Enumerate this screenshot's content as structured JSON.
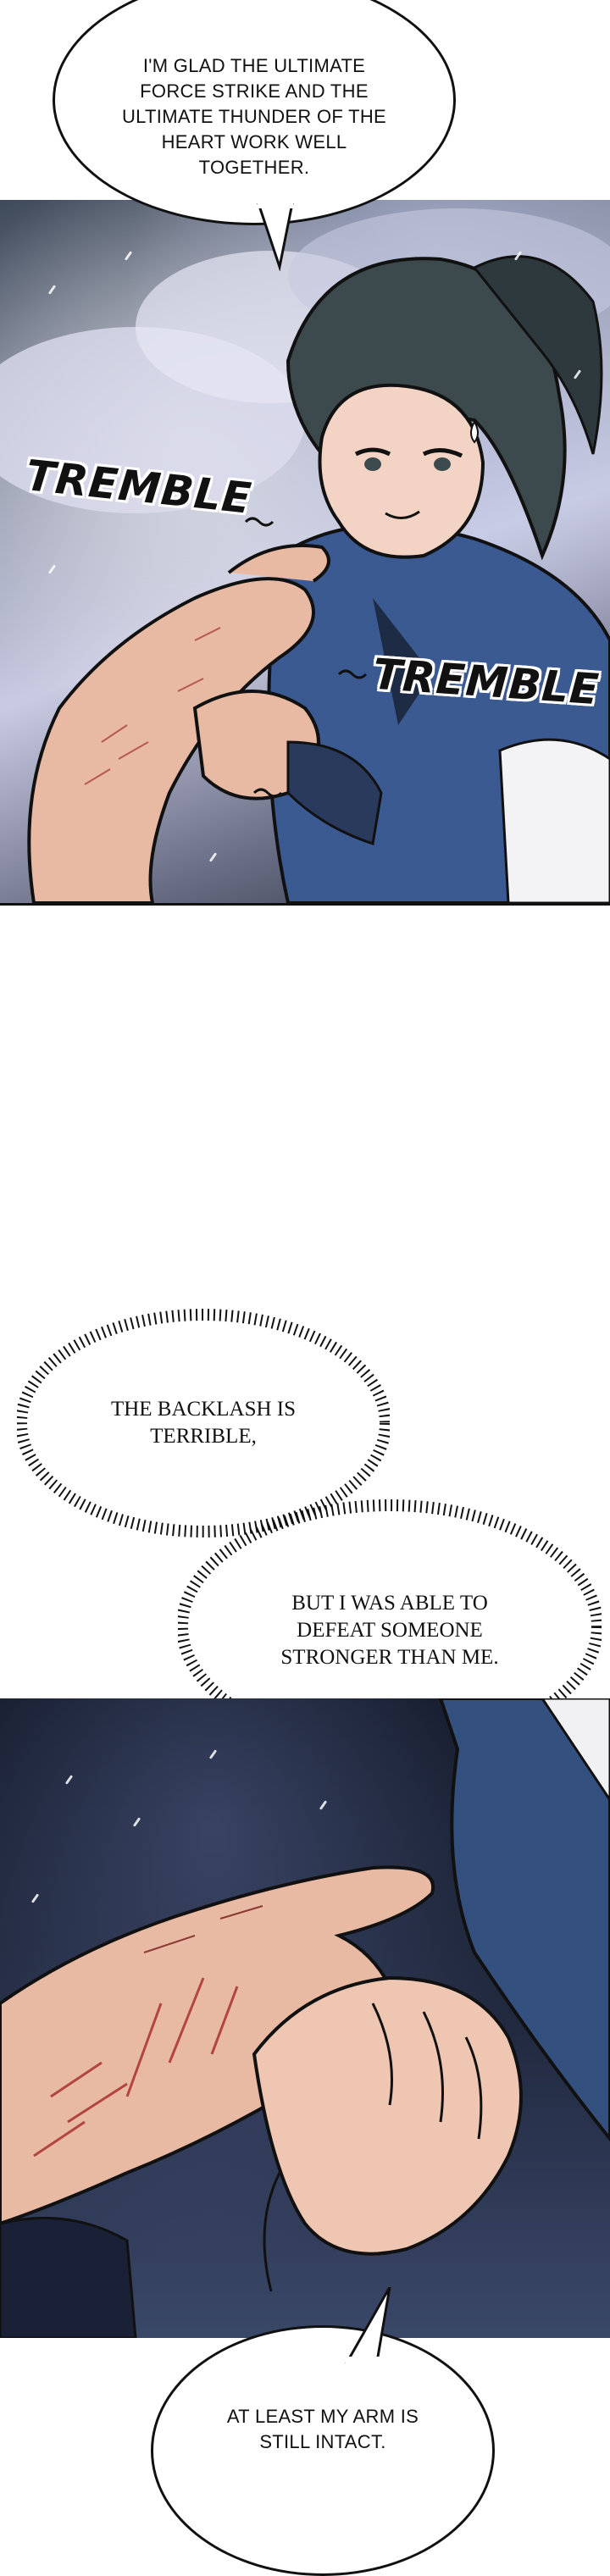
{
  "panels": {
    "panel1": {
      "bubble_text": "I'M GLAD THE ULTIMATE FORCE STRIKE AND THE ULTIMATE THUNDER OF THE HEART WORK WELL TOGETHER.",
      "sfx": [
        "TREMBLE",
        "TREMBLE"
      ]
    },
    "middle": {
      "bubble_1": "THE BACKLASH IS TERRIBLE,",
      "bubble_2": "BUT I WAS ABLE TO DEFEAT SOMEONE STRONGER THAN ME."
    },
    "panel2": {
      "bubble_text": "AT LEAST MY ARM IS STILL INTACT."
    }
  },
  "colors": {
    "ink": "#111111",
    "panel_bg": "#ffffff",
    "skin": "#e8b9a3",
    "robe": "#3b5a92",
    "hair": "#3c4a4d"
  }
}
